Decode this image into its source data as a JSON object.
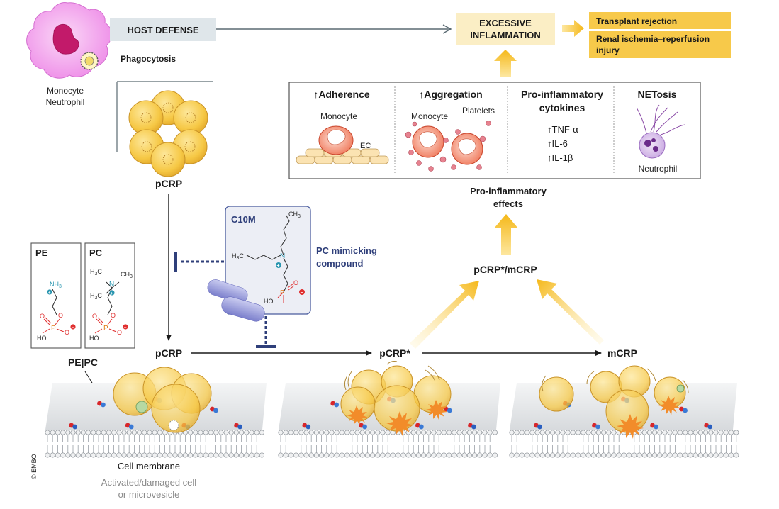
{
  "host_defense": {
    "label": "HOST DEFENSE",
    "phagocytosis": "Phagocytosis",
    "cell_line1": "Monocyte",
    "cell_line2": "Neutrophil"
  },
  "pcrp_top": "pCRP",
  "excessive_inflammation": {
    "line1": "EXCESSIVE",
    "line2": "INFLAMMATION"
  },
  "outcomes": {
    "transplant": "Transplant rejection",
    "renal_line1": "Renal ischemia–reperfusion",
    "renal_line2": "injury"
  },
  "effects_panel": {
    "adherence": {
      "title": "↑Adherence",
      "monocyte": "Monocyte",
      "ec": "EC"
    },
    "aggregation": {
      "title": "↑Aggregation",
      "monocyte": "Monocyte",
      "platelets": "Platelets"
    },
    "cytokines": {
      "title_line1": "Pro-inflammatory",
      "title_line2": "cytokines",
      "items": [
        "↑TNF-α",
        "↑IL-6",
        "↑IL-1β"
      ]
    },
    "netosis": {
      "title": "NETosis",
      "neutrophil": "Neutrophil"
    }
  },
  "pro_inflammatory_effects": {
    "line1": "Pro-inflammatory",
    "line2": "effects"
  },
  "c10m": {
    "name": "C10M",
    "desc_line1": "PC mimicking",
    "desc_line2": "compound",
    "ch3": "CH",
    "sub3": "3",
    "h3c": "H",
    "h3c_tail": "C",
    "n": "N",
    "p": "P",
    "o": "O",
    "ho": "HO"
  },
  "pe_box": {
    "title": "PE",
    "nh3": "NH",
    "sub3": "3",
    "p": "P",
    "o": "O",
    "ho": "HO"
  },
  "pc_box": {
    "title": "PC",
    "h3c": "H",
    "h3c_tail": "C",
    "n": "N",
    "p": "P",
    "o": "O",
    "ho": "HO"
  },
  "pe_pc_label": "PE|PC",
  "bottom_flow": {
    "pcrp": "pCRP",
    "pcrp_star": "pCRP*",
    "mcrp": "mCRP",
    "pcrp_star_mcrp": "pCRP*/mCRP"
  },
  "membrane": {
    "cell_membrane": "Cell membrane",
    "activated_line1": "Activated/damaged cell",
    "activated_line2": "or microvesicle"
  },
  "copyright": "© EMBO",
  "colors": {
    "pink": "#ee8ee8",
    "yellow": "#f7c94a",
    "bluegray": "#4a5c9e",
    "orange": "#f5b819",
    "cream": "#fbeec5",
    "red": "#e03030"
  }
}
